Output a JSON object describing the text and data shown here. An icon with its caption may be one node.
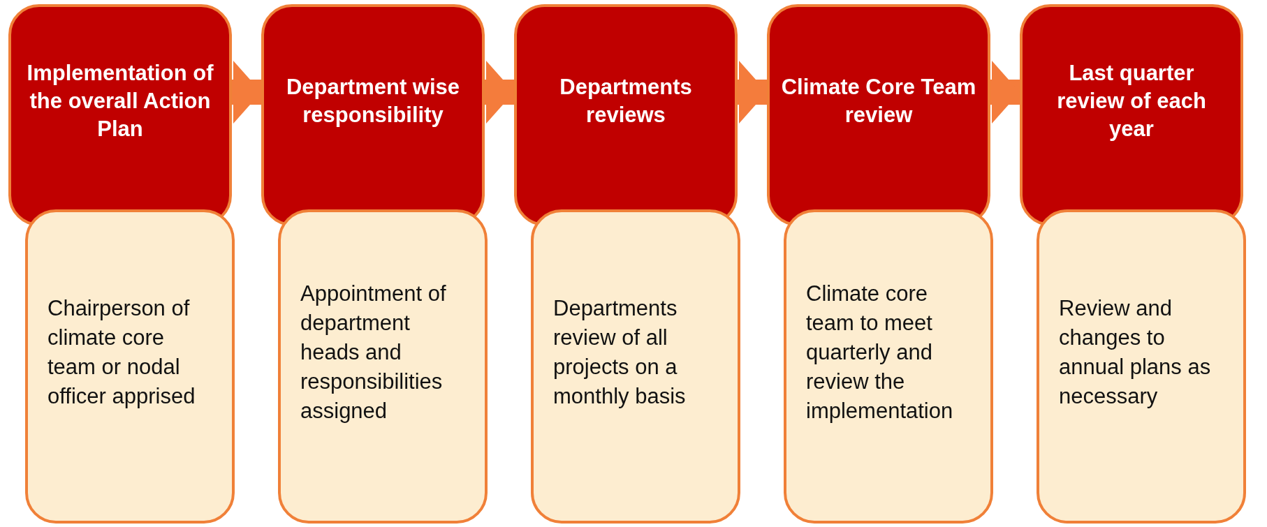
{
  "diagram": {
    "nodes": [
      {
        "text": [
          "Implementation of the overall Action Plan"
        ]
      },
      {
        "text": [
          "Chairperson of climate core team or nodal officer apprised"
        ]
      },
      {
        "text": [
          "Department wise responsibility"
        ]
      },
      {
        "text": [
          "Appointment of department heads and responsibilities assigned"
        ]
      },
      {
        "text": [
          "Departments reviews"
        ]
      },
      {
        "text": [
          "Departments review of all projects on a monthly basis"
        ]
      },
      {
        "text": [
          "Climate Core Team review"
        ]
      },
      {
        "text": [
          "Climate core team to meet quarterly and review the implementation"
        ]
      },
      {
        "text": [
          "Last quarter review of each year"
        ]
      },
      {
        "text": [
          "Review and changes to annual plans as necessary"
        ]
      }
    ],
    "edges": [
      {
        "from": 0,
        "to": 2,
        "arrow": "to"
      },
      {
        "from": 2,
        "to": 4,
        "arrow": "to"
      },
      {
        "from": 4,
        "to": 6,
        "arrow": "to"
      },
      {
        "from": 6,
        "to": 8,
        "arrow": "to"
      }
    ]
  }
}
